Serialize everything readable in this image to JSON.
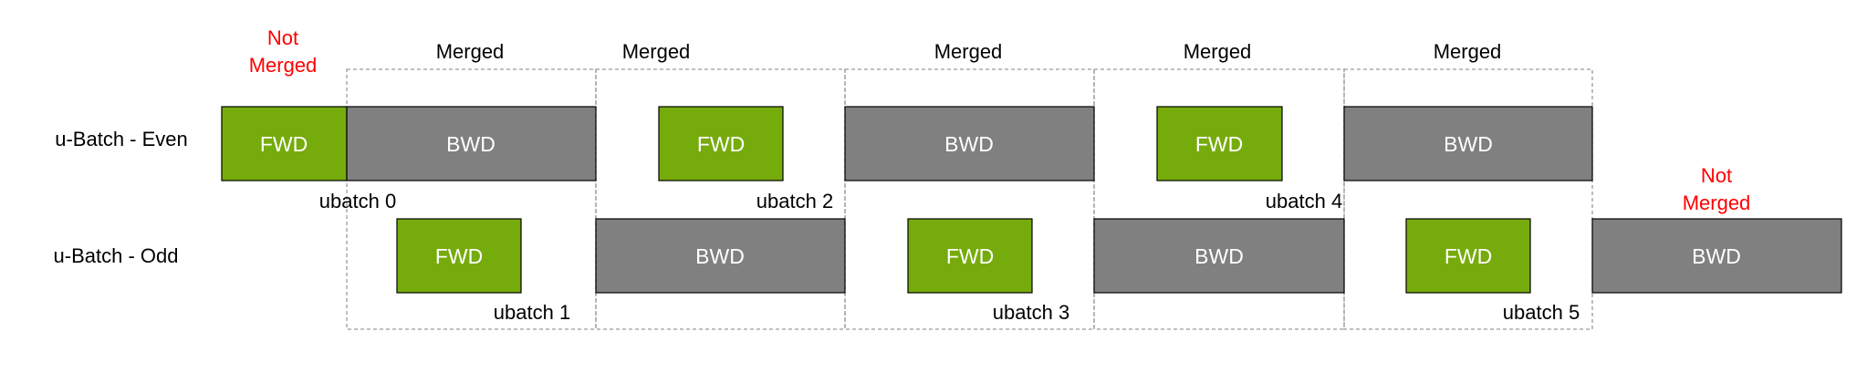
{
  "rows": [
    {
      "id": "even",
      "label": "u-Batch - Even"
    },
    {
      "id": "odd",
      "label": "u-Batch - Odd"
    }
  ],
  "blocks": [
    {
      "row": "even",
      "kind": "FWD",
      "label": "FWD"
    },
    {
      "row": "even",
      "kind": "BWD",
      "label": "BWD"
    },
    {
      "row": "even",
      "kind": "FWD",
      "label": "FWD"
    },
    {
      "row": "even",
      "kind": "BWD",
      "label": "BWD"
    },
    {
      "row": "even",
      "kind": "FWD",
      "label": "FWD"
    },
    {
      "row": "even",
      "kind": "BWD",
      "label": "BWD"
    },
    {
      "row": "odd",
      "kind": "FWD",
      "label": "FWD"
    },
    {
      "row": "odd",
      "kind": "BWD",
      "label": "BWD"
    },
    {
      "row": "odd",
      "kind": "FWD",
      "label": "FWD"
    },
    {
      "row": "odd",
      "kind": "BWD",
      "label": "BWD"
    },
    {
      "row": "odd",
      "kind": "FWD",
      "label": "FWD"
    },
    {
      "row": "odd",
      "kind": "BWD",
      "label": "BWD"
    }
  ],
  "ubatch_labels": [
    "ubatch 0",
    "ubatch 1",
    "ubatch 2",
    "ubatch 3",
    "ubatch 4",
    "ubatch 5"
  ],
  "regions": [
    {
      "label": "Merged"
    },
    {
      "label": "Merged"
    },
    {
      "label": "Merged"
    },
    {
      "label": "Merged"
    },
    {
      "label": "Merged"
    }
  ],
  "not_merged": [
    {
      "line1": "Not",
      "line2": "Merged"
    },
    {
      "line1": "Not",
      "line2": "Merged"
    }
  ],
  "colors": {
    "fwd": "#76ab0c",
    "bwd": "#808080",
    "block_text": "#ffffff",
    "not_merged_text": "#ff0000",
    "text": "#000000",
    "dashed": "#9a9a9a"
  }
}
